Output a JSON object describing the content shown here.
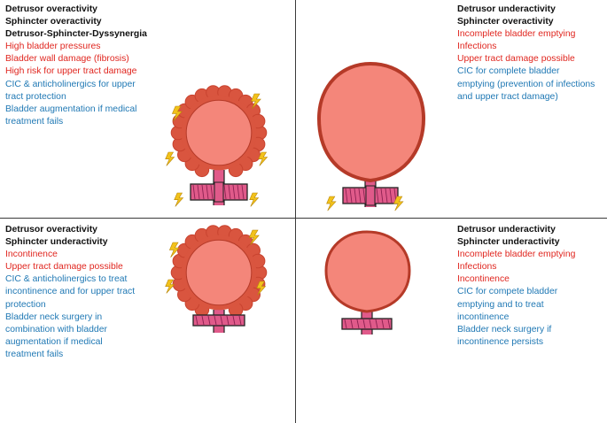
{
  "quadrants": {
    "top_left": {
      "headings": [
        "Detrusor overactivity",
        "Sphincter overactivity",
        "Detrusor-Sphincter-Dyssynergia"
      ],
      "red_lines": [
        "High bladder pressures",
        "Bladder wall damage (fibrosis)",
        "High risk for upper tract damage"
      ],
      "blue_lines": [
        "CIC & anticholinergics for upper",
        "tract protection",
        "Bladder augmentation if medical",
        "treatment fails"
      ]
    },
    "top_right": {
      "headings": [
        "Detrusor underactivity",
        "Sphincter overactivity"
      ],
      "red_lines": [
        "Incomplete bladder emptying",
        "Infections",
        "Upper tract damage possible"
      ],
      "blue_lines": [
        "CIC for complete bladder",
        "emptying (prevention of infections",
        "and upper tract damage)"
      ]
    },
    "bottom_left": {
      "headings": [
        "Detrusor overactivity",
        "Sphincter underactivity"
      ],
      "red_lines": [
        "Incontinence",
        "Upper tract damage possible"
      ],
      "blue_lines": [
        "CIC & anticholinergics to treat",
        "incontinence and for upper tract",
        "protection",
        "Bladder neck surgery in",
        "combination with bladder",
        "augmentation if medical",
        "treatment fails"
      ]
    },
    "bottom_right": {
      "headings": [
        "Detrusor underactivity",
        "Sphincter underactivity"
      ],
      "red_lines": [
        "Incomplete bladder emptying",
        "Infections",
        "Incontinence"
      ],
      "blue_lines": [
        "CIC for compete bladder",
        "emptying and to treat",
        "incontinence",
        "Bladder neck surgery if",
        "incontinence persists"
      ]
    }
  },
  "colors": {
    "heading": "#111111",
    "problem_text": "#e0261f",
    "therapy_text": "#1f78b4",
    "bladder_fill": "#f4867a",
    "bladder_wall": "#c8432f",
    "sphincter": "#e05a8a",
    "lightning": "#f2c21b"
  },
  "icons": [
    "bladder-icon",
    "sphincter-band-icon",
    "lightning-icon"
  ]
}
